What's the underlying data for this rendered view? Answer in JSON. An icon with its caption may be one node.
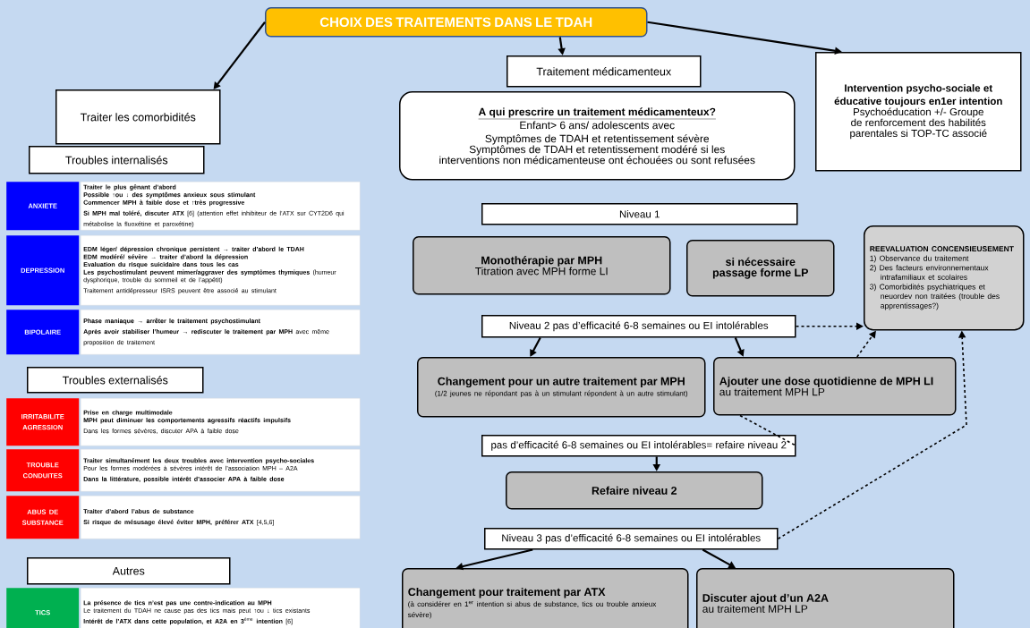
{
  "diagram": {
    "nodes": [
      {
        "text": [
          "CHOIX DES TRAITEMENTS DANS LE TDAH"
        ]
      },
      {
        "text": [
          "Traiter les comorbidités"
        ]
      },
      {
        "text": [
          "Traitement médicamenteux"
        ]
      },
      {
        "text": [
          "Intervention psycho-sociale et éducative toujours en1er intention",
          "Psychoéducation +/- Groupe de renforcement des habilités parentales si TOP-TC associé"
        ]
      },
      {
        "text": [
          "A qui prescrire un traitement médicamenteux?",
          "Enfant> 6 ans/ adolescents avec",
          "Symptômes de TDAH et retentissement sévère",
          "Symptômes de TDAH et retentissement modéré si les interventions non médicamenteuse ont échouées ou sont refusées"
        ]
      },
      {
        "text": [
          "Troubles internalisés"
        ]
      },
      {
        "text": [
          "ANXIETE"
        ]
      },
      {
        "text": [
          "**Traiter le plus gênant d’abord**",
          "**Possible ↑ou ↓ des symptômes anxieux sous stimulant**",
          "**Commencer MPH à faible dose et ↑très progressive**",
          "**Si MPH mal toléré, discuter ATX** [6] (attention effet inhibiteur de l’ATX sur CYT2D6 qui métabolise la fluoxétine et paroxétine)"
        ]
      },
      {
        "text": [
          "DEPRESSION"
        ]
      },
      {
        "text": [
          "**EDM léger/ dépression chronique persistent → traiter d’abord le TDAH**",
          "**EDM modéré/ sévère → traiter d’abord la dépression**",
          "**Evaluation du risque suicidaire dans tous les cas**",
          "**Les psychostimulant peuvent mimer/aggraver des symptômes thymiques** (humeur dysphorique, trouble du sommeil et de l’appétit)",
          "Traitement antidépresseur ISRS peuvent être associé au stimulant"
        ]
      },
      {
        "text": [
          "BIPOLAIRE"
        ]
      },
      {
        "text": [
          "**Phase maniaque → arrêter le traitement psychostimulant**",
          "**Après avoir stabiliser l’humeur → rediscuter le traitement par MPH** avec même proposition de traitement"
        ]
      },
      {
        "text": [
          "Troubles externalisés"
        ]
      },
      {
        "text": [
          "IRRITABILITE AGRESSION"
        ]
      },
      {
        "text": [
          "**Prise en charge multimodale**",
          "**MPH peut diminuer les comportements agressifs réactifs impulsifs**",
          "Dans les formes sévères, discuter APA à faible dose"
        ]
      },
      {
        "text": [
          "TROUBLE CONDUITES"
        ]
      },
      {
        "text": [
          "**Traiter simultanément les deux troubles avec intervention psycho-sociales**",
          "Pour les formes modérées à sévères intérêt de l’association MPH – A2A",
          "**Dans la littérature, possible intérêt d’associer APA à faible dose**"
        ]
      },
      {
        "text": [
          "ABUS DE SUBSTANCE"
        ]
      },
      {
        "text": [
          "**Traiter d’abord l’abus de substance**",
          "**Si risque de mésusage élevé éviter MPH, préférer ATX** [4,5,6]"
        ]
      },
      {
        "text": [
          "Autres"
        ]
      },
      {
        "text": [
          "TICS"
        ]
      },
      {
        "text": [
          "**La présence de tics n’est pas une contre-indication au MPH**",
          "Le traitement du TDAH ne cause pas des tics mais peut ↑ou ↓ tics existants",
          "**Intérêt de l’ATX dans cette population, et A2A en 3**$^{ème}$ **intention** [6]"
        ]
      },
      {
        "text": [
          "Niveau 1"
        ]
      },
      {
        "text": [
          "Monothérapie par MPH",
          "Titration avec MPH forme LI"
        ]
      },
      {
        "text": [
          "si nécessaire passage forme LP"
        ]
      },
      {
        "text": [
          "REEVALUATION CONCENSIEUSEMENT",
          "1) Observance du traitement",
          "2) Des facteurs environnementaux intrafamiliaux et scolaires",
          "3) Comorbidités psychiatriques et neuordev non traitées (trouble des apprentissages?)"
        ]
      },
      {
        "text": [
          "Niveau 2 pas d’efficacité 6-8 semaines ou EI intolérables"
        ]
      },
      {
        "text": [
          "Changement pour un autre traitement par MPH",
          "(1/2 jeunes ne répondant pas à un stimulant répondent à un autre stimulant)"
        ]
      },
      {
        "text": [
          "Ajouter une dose quotidienne de MPH LI",
          "au traitement MPH LP"
        ]
      },
      {
        "text": [
          "pas d’efficacité 6-8 semaines ou EI intolérables= refaire niveau 2"
        ]
      },
      {
        "text": [
          "Refaire niveau 2"
        ]
      },
      {
        "text": [
          "Niveau 3 pas d’efficacité 6-8 semaines ou EI intolérables"
        ]
      },
      {
        "text": [
          "Changement pour traitement par ATX",
          "(à considérer en 1$^{er}$ intention si abus de substance, tics ou trouble anxieux sévère)"
        ]
      },
      {
        "text": [
          "Discuter ajout d’un A2A",
          "au traitement MPH LP"
        ]
      }
    ],
    "edges": [
      {
        "from": 0,
        "to": 1,
        "arrow": "to"
      },
      {
        "from": 0,
        "to": 2,
        "arrow": "to"
      },
      {
        "from": 0,
        "to": 3,
        "arrow": "to"
      },
      {
        "from": 26,
        "to": 27,
        "arrow": "to"
      },
      {
        "from": 26,
        "to": 28,
        "arrow": "to"
      },
      {
        "from": 26,
        "to": 25,
        "arrow": "to",
        "style": "dashed"
      },
      {
        "from": 28,
        "to": 25,
        "arrow": "to",
        "style": "dashed"
      },
      {
        "from": 28,
        "to": 29,
        "arrow": "none",
        "style": "dashed"
      },
      {
        "from": 29,
        "to": 30,
        "arrow": "to"
      },
      {
        "from": 31,
        "to": 25,
        "arrow": "to",
        "style": "dashed"
      },
      {
        "from": 31,
        "to": 32,
        "arrow": "to"
      },
      {
        "from": 31,
        "to": 33,
        "arrow": "to"
      }
    ]
  }
}
